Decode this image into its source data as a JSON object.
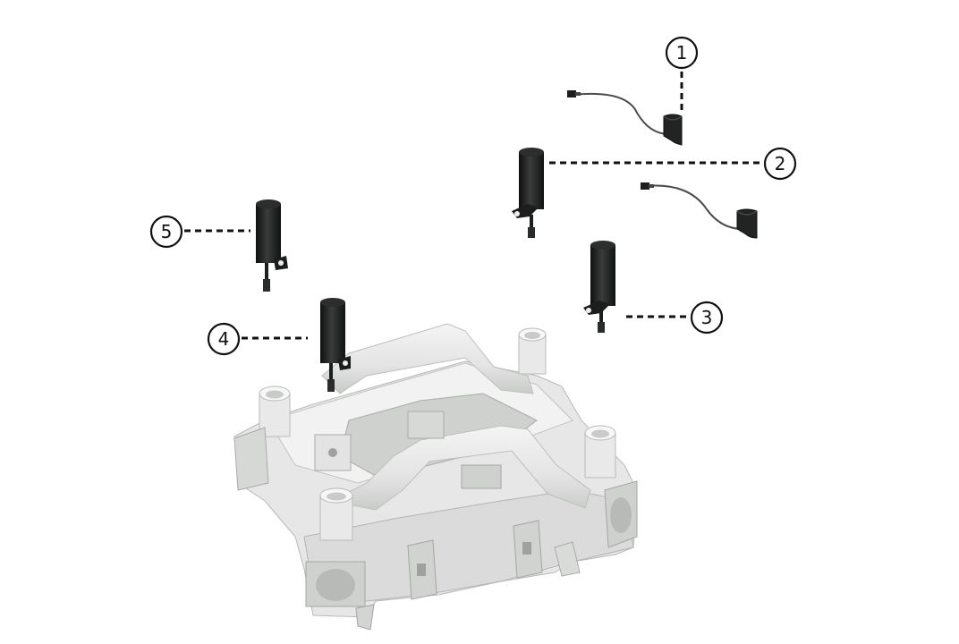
{
  "diagram": {
    "callouts": [
      {
        "id": "1",
        "label": "1"
      },
      {
        "id": "2",
        "label": "2"
      },
      {
        "id": "3",
        "label": "3"
      },
      {
        "id": "4",
        "label": "4"
      },
      {
        "id": "5",
        "label": "5"
      }
    ],
    "colors": {
      "frame_light": "#ecedec",
      "frame_mid": "#dcdddc",
      "frame_shadow": "#c4c6c4",
      "frame_dark": "#9ea09e",
      "part_black": "#1c1d1d",
      "callout_stroke": "#111111"
    }
  }
}
